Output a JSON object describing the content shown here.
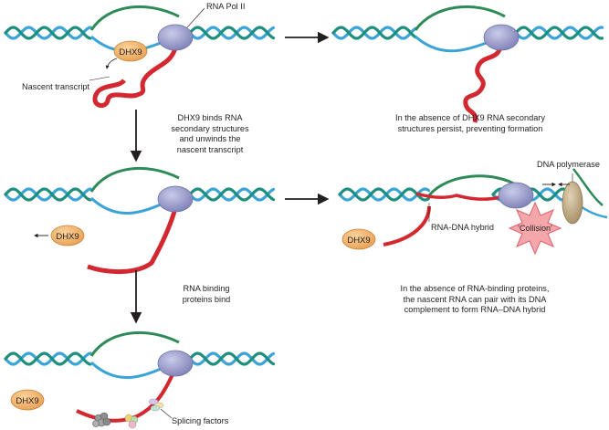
{
  "labels": {
    "rna_pol": "RNA Pol II",
    "nascent": "Nascent transcript",
    "dhx9": "DHX9",
    "step1": [
      "DHX9 binds RNA",
      "secondary structures",
      "and unwinds the",
      "nascent transcript"
    ],
    "absence_dhx9": [
      "In the absence of DHX9 RNA secondary",
      "structures persist, preventing formation"
    ],
    "dna_pol": "DNA polymerase",
    "hybrid": "RNA-DNA hybrid",
    "collision": "'Collision'",
    "step2": [
      "RNA binding",
      "proteins bind"
    ],
    "absence_rbp": [
      "In the absence of RNA-binding proteins,",
      "the nascent RNA can pair with its DNA",
      "complement to form RNA–DNA hybrid"
    ],
    "splicing": "Splicing factors"
  },
  "colors": {
    "strand_dark": "#1e8e7e",
    "strand_light": "#3aa3d8",
    "loop_green": "#2e8b57",
    "rna": "#d3282f",
    "polymerase": "#9a9cc9",
    "dhx9": "#f3b368",
    "collision": "#f08a90",
    "dna_pol": "#c9b48f"
  }
}
